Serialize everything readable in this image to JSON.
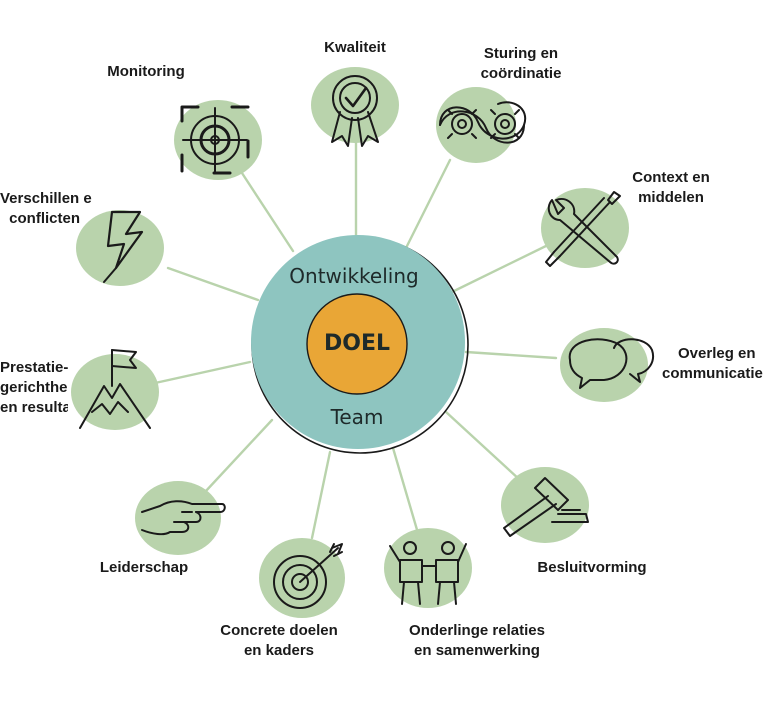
{
  "center": {
    "top_text": "Ontwikkeling",
    "core_text": "DOEL",
    "bottom_text": "Team"
  },
  "colors": {
    "outer_circle": "#8ec5c0",
    "core_circle": "#e9a636",
    "icon_blob": "#b9d3ac",
    "spoke": "#b9d3ac",
    "ink": "#1a1a1a"
  },
  "items": [
    {
      "icon": "target-crosshair-icon",
      "lines": [
        "Monitoring"
      ]
    },
    {
      "icon": "award-rosette-icon",
      "lines": [
        "Kwaliteit"
      ]
    },
    {
      "icon": "gears-cycle-icon",
      "lines": [
        "Sturing en",
        "coördinatie"
      ]
    },
    {
      "icon": "wrench-screwdriver-icon",
      "lines": [
        "Context en",
        "middelen"
      ]
    },
    {
      "icon": "speech-bubbles-icon",
      "lines": [
        "Overleg en",
        "communicatie"
      ]
    },
    {
      "icon": "gavel-icon",
      "lines": [
        "Besluitvorming"
      ]
    },
    {
      "icon": "puzzle-people-icon",
      "lines": [
        "Onderlinge relaties",
        "en samenwerking"
      ]
    },
    {
      "icon": "arrow-bullseye-icon",
      "lines": [
        "Concrete doelen",
        "en kaders"
      ]
    },
    {
      "icon": "pointing-hand-icon",
      "lines": [
        "Leiderschap"
      ]
    },
    {
      "icon": "mountain-flag-icon",
      "lines": [
        "Prestatie-",
        "gerichtheid",
        "en resultaat"
      ]
    },
    {
      "icon": "lightning-icon",
      "lines": [
        "Verschillen en",
        "conflicten"
      ]
    }
  ]
}
